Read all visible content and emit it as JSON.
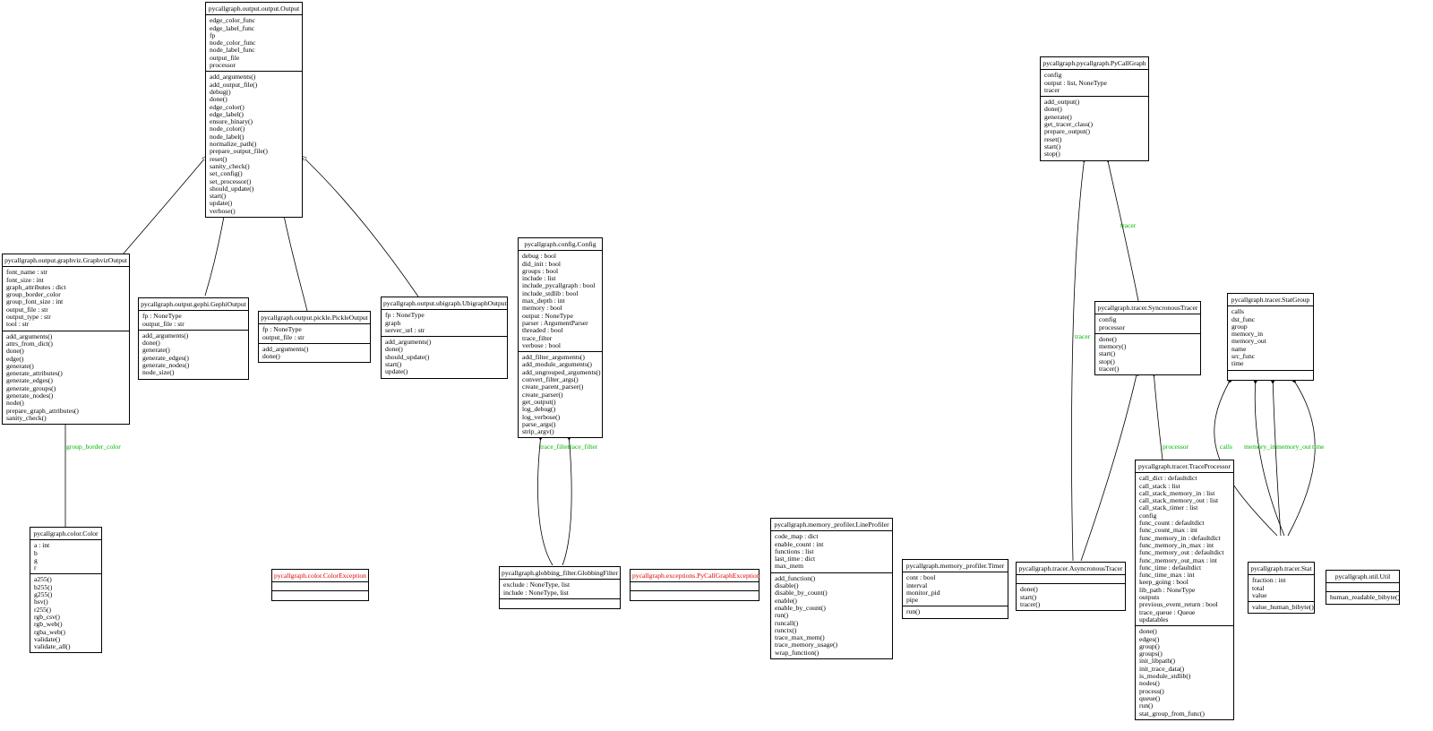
{
  "classes": [
    {
      "id": "output",
      "name": "pycallgraph.output.output.Output",
      "attrs": [
        "edge_color_func",
        "edge_label_func",
        "fp",
        "node_color_func",
        "node_label_func",
        "output_file",
        "processor"
      ],
      "methods": [
        "add_arguments()",
        "add_output_file()",
        "debug()",
        "done()",
        "edge_color()",
        "edge_label()",
        "ensure_binary()",
        "node_color()",
        "node_label()",
        "normalize_path()",
        "prepare_output_file()",
        "reset()",
        "sanity_check()",
        "set_config()",
        "set_processor()",
        "should_update()",
        "start()",
        "update()",
        "verbose()"
      ]
    },
    {
      "id": "graphviz",
      "name": "pycallgraph.output.graphviz.GraphvizOutput",
      "attrs": [
        "font_name : str",
        "font_size : int",
        "graph_attributes : dict",
        "group_border_color",
        "group_font_size : int",
        "output_file : str",
        "output_type : str",
        "tool : str"
      ],
      "methods": [
        "add_arguments()",
        "attrs_from_dict()",
        "done()",
        "edge()",
        "generate()",
        "generate_attributes()",
        "generate_edges()",
        "generate_groups()",
        "generate_nodes()",
        "node()",
        "prepare_graph_attributes()",
        "sanity_check()"
      ]
    },
    {
      "id": "gephi",
      "name": "pycallgraph.output.gephi.GephiOutput",
      "attrs": [
        "fp : NoneType",
        "output_file : str"
      ],
      "methods": [
        "add_arguments()",
        "done()",
        "generate()",
        "generate_edges()",
        "generate_nodes()",
        "node_size()"
      ]
    },
    {
      "id": "pickle",
      "name": "pycallgraph.output.pickle.PickleOutput",
      "attrs": [
        "fp : NoneType",
        "output_file : str"
      ],
      "methods": [
        "add_arguments()",
        "done()"
      ]
    },
    {
      "id": "ubigraph",
      "name": "pycallgraph.output.ubigraph.UbigraphOutput",
      "attrs": [
        "fp : NoneType",
        "graph",
        "server_url : str"
      ],
      "methods": [
        "add_arguments()",
        "done()",
        "should_update()",
        "start()",
        "update()"
      ]
    },
    {
      "id": "color",
      "name": "pycallgraph.color.Color",
      "attrs": [
        "a : int",
        "b",
        "g",
        "r"
      ],
      "methods": [
        "a255()",
        "b255()",
        "g255()",
        "hsv()",
        "r255()",
        "rgb_csv()",
        "rgb_web()",
        "rgba_web()",
        "validate()",
        "validate_all()"
      ]
    },
    {
      "id": "colorexc",
      "name": "pycallgraph.color.ColorException",
      "exception": true,
      "attrs": [],
      "methods": []
    },
    {
      "id": "config",
      "name": "pycallgraph.config.Config",
      "attrs": [
        "debug : bool",
        "did_init : bool",
        "groups : bool",
        "include : list",
        "include_pycallgraph : bool",
        "include_stdlib : bool",
        "max_depth : int",
        "memory : bool",
        "output : NoneType",
        "parser : ArgumentParser",
        "threaded : bool",
        "trace_filter",
        "verbose : bool"
      ],
      "methods": [
        "add_filter_arguments()",
        "add_module_arguments()",
        "add_ungrouped_arguments()",
        "convert_filter_args()",
        "create_parent_parser()",
        "create_parser()",
        "get_output()",
        "log_debug()",
        "log_verbose()",
        "parse_args()",
        "strip_argv()"
      ]
    },
    {
      "id": "globbing",
      "name": "pycallgraph.globbing_filter.GlobbingFilter",
      "attrs": [
        "exclude : NoneType, list",
        "include : NoneType, list"
      ],
      "methods": []
    },
    {
      "id": "pcgexc",
      "name": "pycallgraph.exceptions.PyCallGraphException",
      "exception": true,
      "attrs": [],
      "methods": []
    },
    {
      "id": "lineprofiler",
      "name": "pycallgraph.memory_profiler.LineProfiler",
      "attrs": [
        "code_map : dict",
        "enable_count : int",
        "functions : list",
        "last_time : dict",
        "max_mem"
      ],
      "methods": [
        "add_function()",
        "disable()",
        "disable_by_count()",
        "enable()",
        "enable_by_count()",
        "run()",
        "runcall()",
        "runctx()",
        "trace_max_mem()",
        "trace_memory_usage()",
        "wrap_function()"
      ]
    },
    {
      "id": "timer",
      "name": "pycallgraph.memory_profiler.Timer",
      "attrs": [
        "cont : bool",
        "interval",
        "monitor_pid",
        "pipe"
      ],
      "methods": [
        "run()"
      ]
    },
    {
      "id": "pycallgraph",
      "name": "pycallgraph.pycallgraph.PyCallGraph",
      "attrs": [
        "config",
        "output : list, NoneType",
        "tracer"
      ],
      "methods": [
        "add_output()",
        "done()",
        "generate()",
        "get_tracer_class()",
        "prepare_output()",
        "reset()",
        "start()",
        "stop()"
      ]
    },
    {
      "id": "sync",
      "name": "pycallgraph.tracer.SyncronousTracer",
      "attrs": [
        "config",
        "processor"
      ],
      "methods": [
        "done()",
        "memory()",
        "start()",
        "stop()",
        "tracer()"
      ]
    },
    {
      "id": "async",
      "name": "pycallgraph.tracer.AsyncronousTracer",
      "attrs": [],
      "methods": [
        "done()",
        "start()",
        "tracer()"
      ]
    },
    {
      "id": "traceproc",
      "name": "pycallgraph.tracer.TraceProcessor",
      "attrs": [
        "call_dict : defaultdict",
        "call_stack : list",
        "call_stack_memory_in : list",
        "call_stack_memory_out : list",
        "call_stack_timer : list",
        "config",
        "func_count : defaultdict",
        "func_count_max : int",
        "func_memory_in : defaultdict",
        "func_memory_in_max : int",
        "func_memory_out : defaultdict",
        "func_memory_out_max : int",
        "func_time : defaultdict",
        "func_time_max : int",
        "keep_going : bool",
        "lib_path : NoneType",
        "outputs",
        "previous_event_return : bool",
        "trace_queue : Queue",
        "updatables"
      ],
      "methods": [
        "done()",
        "edges()",
        "group()",
        "groups()",
        "init_libpath()",
        "init_trace_data()",
        "is_module_stdlib()",
        "nodes()",
        "process()",
        "queue()",
        "run()",
        "stat_group_from_func()"
      ]
    },
    {
      "id": "statgroup",
      "name": "pycallgraph.tracer.StatGroup",
      "attrs": [
        "calls",
        "dst_func",
        "group",
        "memory_in",
        "memory_out",
        "name",
        "src_func",
        "time"
      ],
      "methods": []
    },
    {
      "id": "stat",
      "name": "pycallgraph.tracer.Stat",
      "attrs": [
        "fraction : int",
        "total",
        "value"
      ],
      "methods": [
        "value_human_bibyte()"
      ]
    },
    {
      "id": "util",
      "name": "pycallgraph.util.Util",
      "attrs": [],
      "methods": [
        "human_readable_bibyte()"
      ]
    }
  ],
  "edge_labels": [
    {
      "id": "group-border-color",
      "text": "group_border_color"
    },
    {
      "id": "trace-filter-1",
      "text": "trace_filter"
    },
    {
      "id": "trace-filter-2",
      "text": "trace_filter"
    },
    {
      "id": "tracer-1",
      "text": "tracer"
    },
    {
      "id": "tracer-2",
      "text": "tracer"
    },
    {
      "id": "processor",
      "text": "processor"
    },
    {
      "id": "calls",
      "text": "calls"
    },
    {
      "id": "memory-in",
      "text": "memory_in"
    },
    {
      "id": "memory-out",
      "text": "memory_out"
    },
    {
      "id": "time",
      "text": "time"
    }
  ],
  "colors": {
    "line": "#000000",
    "edge_label": "#00b400",
    "exception_title": "#e00000"
  }
}
